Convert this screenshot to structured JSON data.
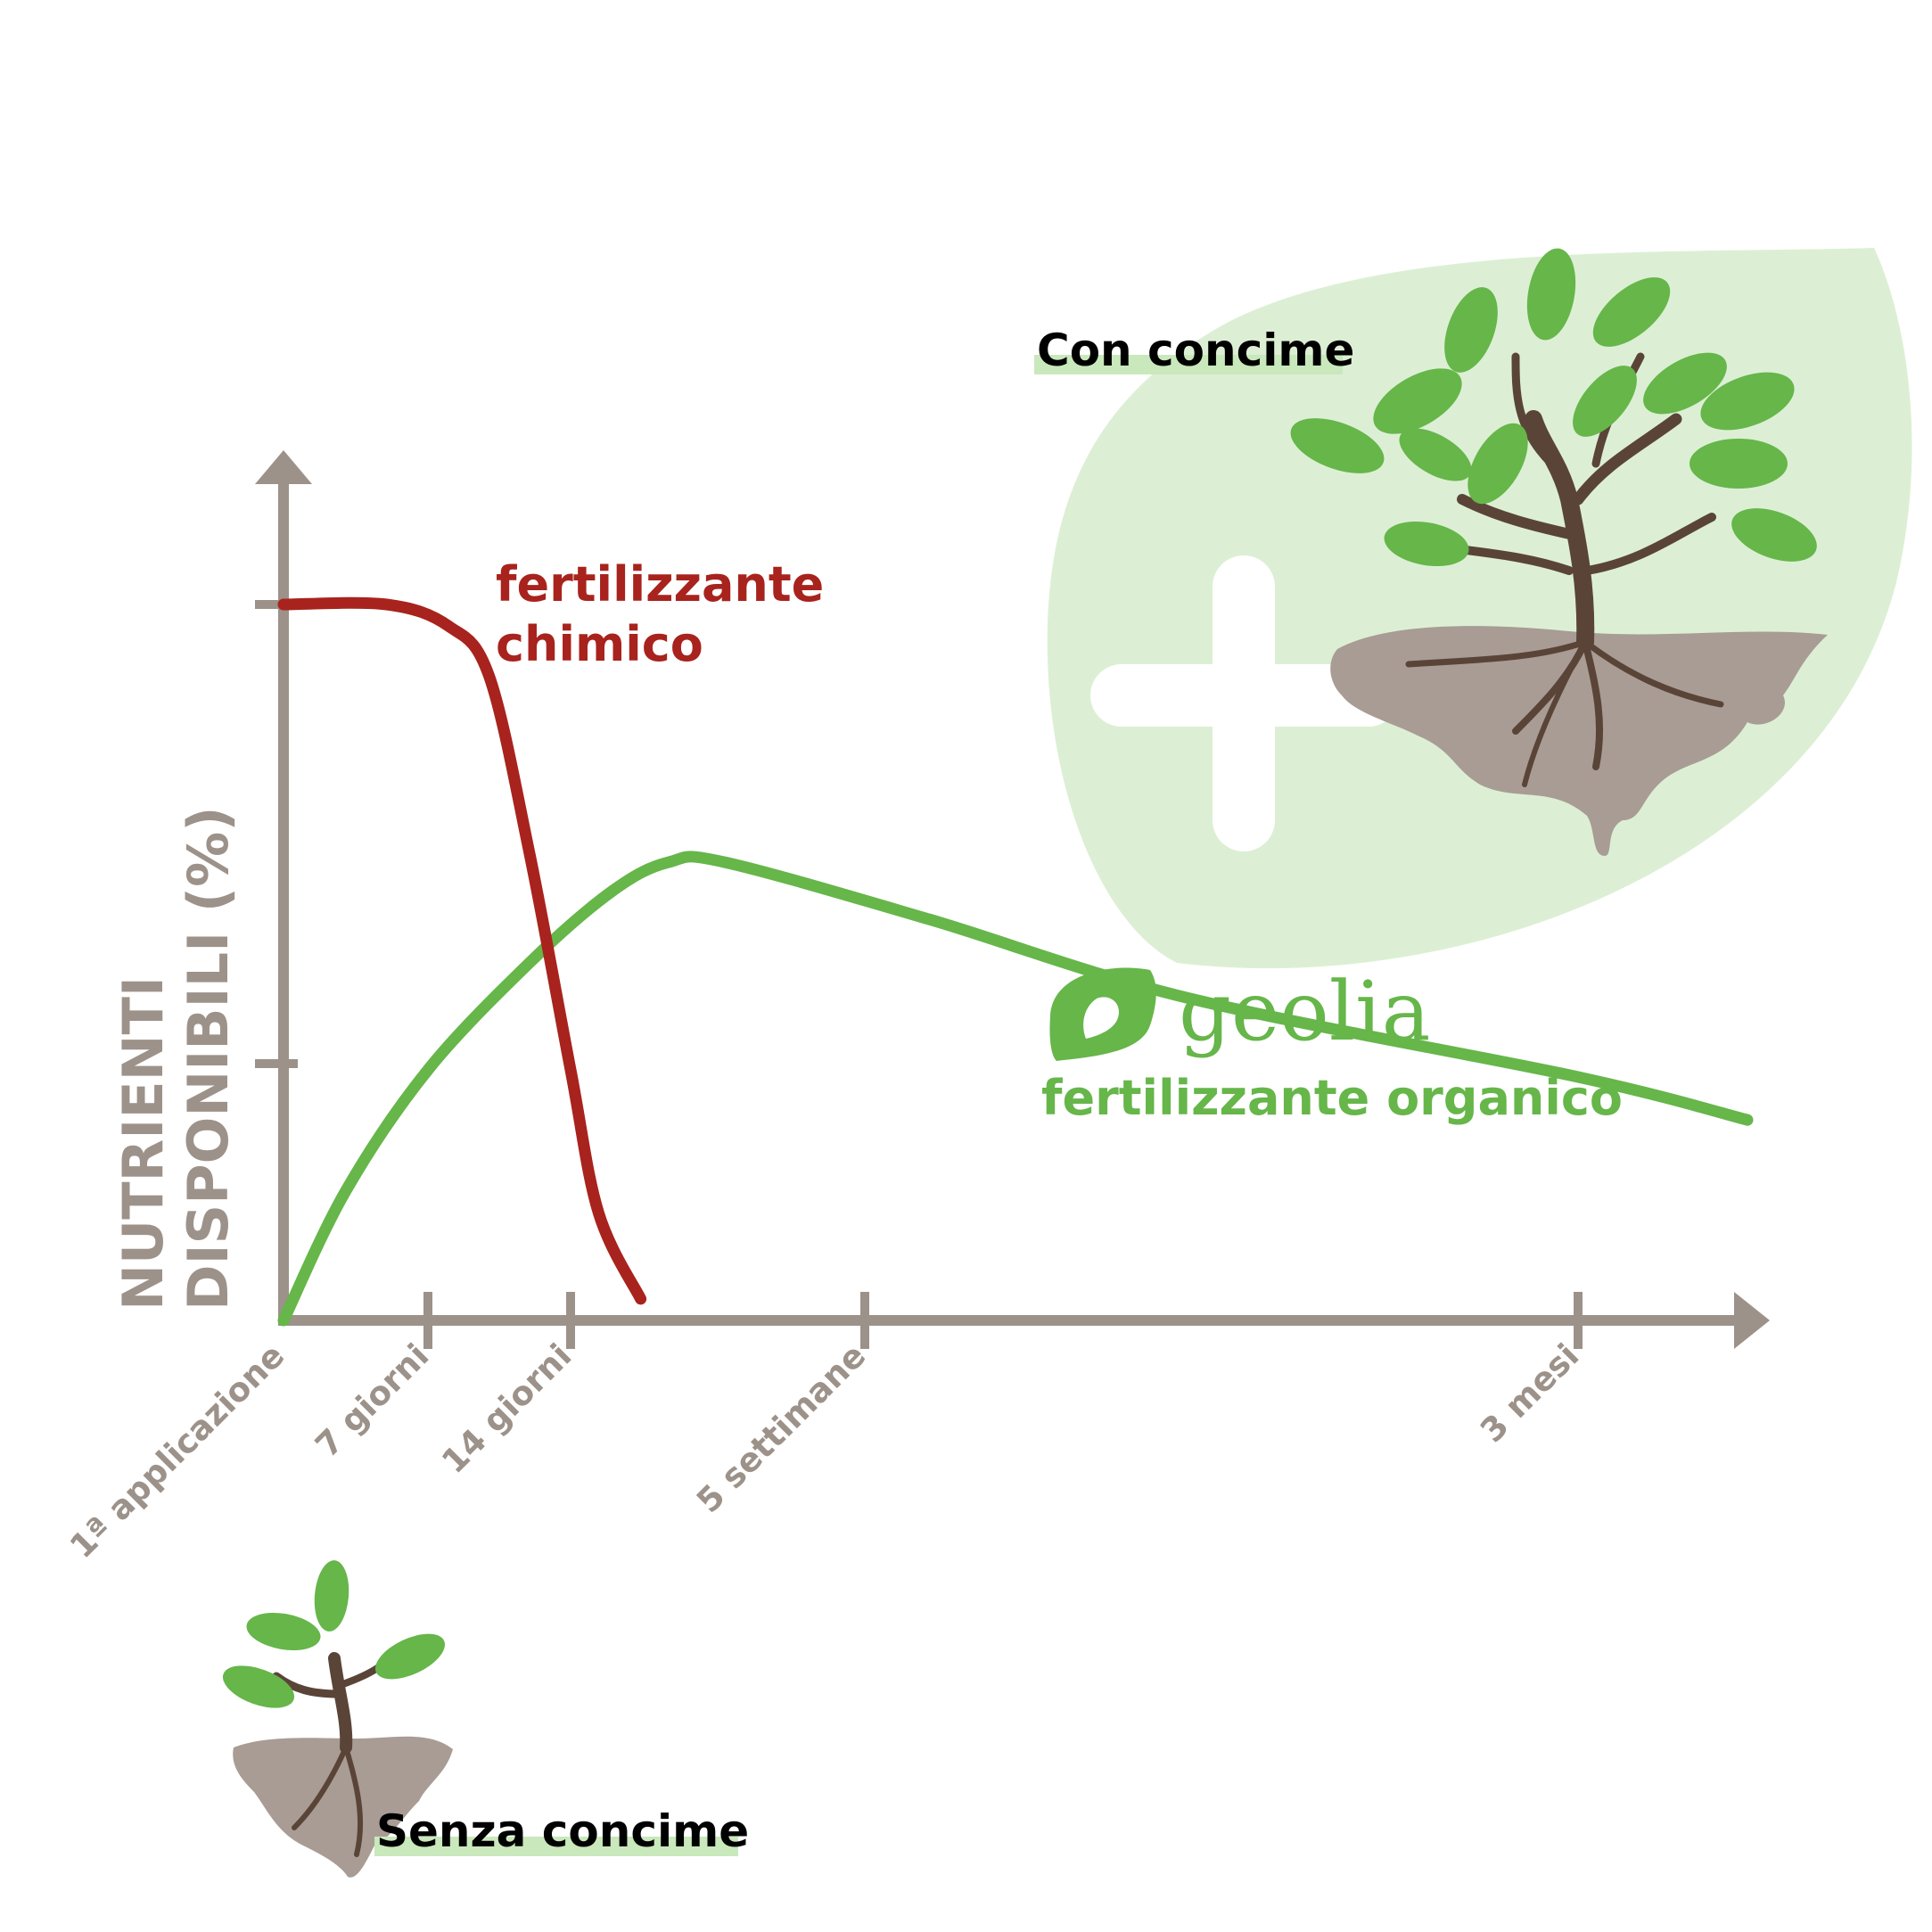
{
  "chart_data": {
    "type": "line",
    "ylabel_lines": [
      "NUTRIENTI",
      "DISPONIBILI (%)"
    ],
    "x_ticks": [
      "1ª applicazione",
      "7 giorni",
      "14 giorni",
      "5 settimane",
      "3 mesi"
    ],
    "x_tick_days": [
      0,
      7,
      14,
      35,
      90
    ],
    "y_scale": "relative (no numeric ticks)",
    "ylim": [
      0,
      100
    ],
    "grid": false,
    "series": [
      {
        "name": "fertilizzante chimico",
        "label_lines": [
          "fertilizzante",
          "chimico"
        ],
        "color": "#a8231d",
        "x": [
          0,
          5,
          8,
          10,
          12,
          14,
          16,
          19
        ],
        "y": [
          100,
          100,
          97,
          90,
          65,
          35,
          15,
          3
        ]
      },
      {
        "name": "fertilizzante organico",
        "label_lines": [
          "fertilizzante organico"
        ],
        "color": "#66b64a",
        "x": [
          0,
          3,
          7,
          12,
          17,
          21,
          25,
          40,
          60,
          90,
          100
        ],
        "y": [
          0,
          18,
          35,
          50,
          60,
          64,
          64,
          56,
          45,
          34,
          28
        ]
      }
    ]
  },
  "annotations": {
    "with_fertilizer": "Con concime",
    "without_fertilizer": "Senza concime",
    "brand": "geolia"
  },
  "colors": {
    "axis": "#9c928a",
    "chemical": "#a8231d",
    "organic": "#66b64a",
    "leaf_bg": "#dcefd4",
    "highlight": "#c9e8bc",
    "soil": "#a89c94",
    "trunk": "#5a4438"
  }
}
